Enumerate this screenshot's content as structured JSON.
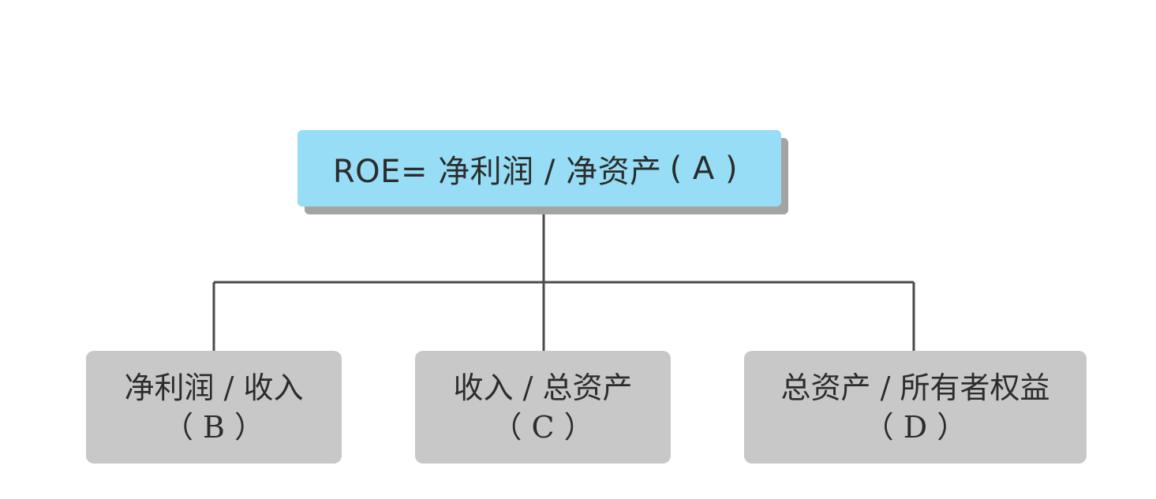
{
  "diagram": {
    "root": {
      "label_main": "ROE= 净利润 / 净资产",
      "label_tag": "( A )"
    },
    "children": [
      {
        "formula": "净利润 / 收入",
        "tag": "（ B ）"
      },
      {
        "formula": "收入 / 总资产",
        "tag": "（ C ）"
      },
      {
        "formula": "总资产 / 所有者权益",
        "tag": "（ D ）"
      }
    ],
    "colors": {
      "root_fill": "#96ddf5",
      "root_shadow": "#a3a3a3",
      "child_fill": "#c8c8c8",
      "connector": "#4a4a4a",
      "text": "#2c2c2c"
    }
  }
}
